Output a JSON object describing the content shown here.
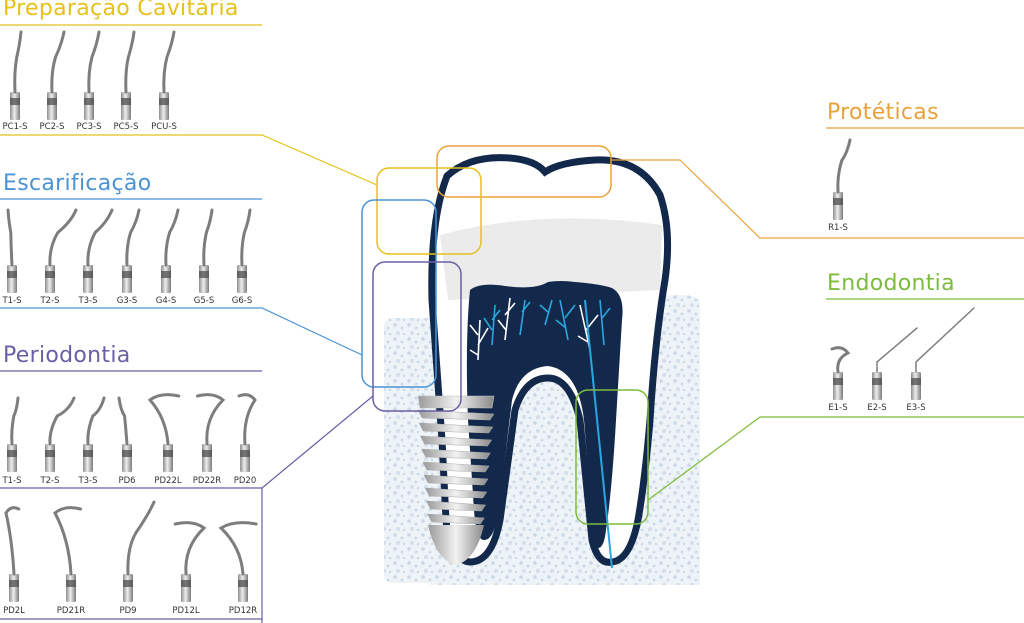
{
  "colors": {
    "preparacao": "#e5c11a",
    "escarificacao": "#4a93d6",
    "periodontia": "#6b5fa4",
    "proteticas": "#e9a23a",
    "endodontia": "#7cbb3c",
    "tooth_outline": "#13294b",
    "pulp": "#13294b",
    "canal": "#2aa6e0",
    "bone": "#dde7f0",
    "enamel": "#e6e6e6"
  },
  "sections": {
    "preparacao": {
      "title": "Preparação Cavitária",
      "tips": [
        "PC1-S",
        "PC2-S",
        "PC3-S",
        "PC5-S",
        "PCU-S"
      ]
    },
    "escarificacao": {
      "title": "Escarificação",
      "tips": [
        "T1-S",
        "T2-S",
        "T3-S",
        "G3-S",
        "G4-S",
        "G5-S",
        "G6-S"
      ]
    },
    "periodontia": {
      "title": "Periodontia",
      "tips_row1": [
        "T1-S",
        "T2-S",
        "T3-S",
        "PD6",
        "PD22L",
        "PD22R",
        "PD20"
      ],
      "tips_row2": [
        "PD2L",
        "PD21R",
        "PD9",
        "PD12L",
        "PD12R"
      ]
    },
    "proteticas": {
      "title": "Protéticas",
      "tips": [
        "R1-S"
      ]
    },
    "endodontia": {
      "title": "Endodontia",
      "tips": [
        "E1-S",
        "E2-S",
        "E3-S"
      ]
    }
  }
}
